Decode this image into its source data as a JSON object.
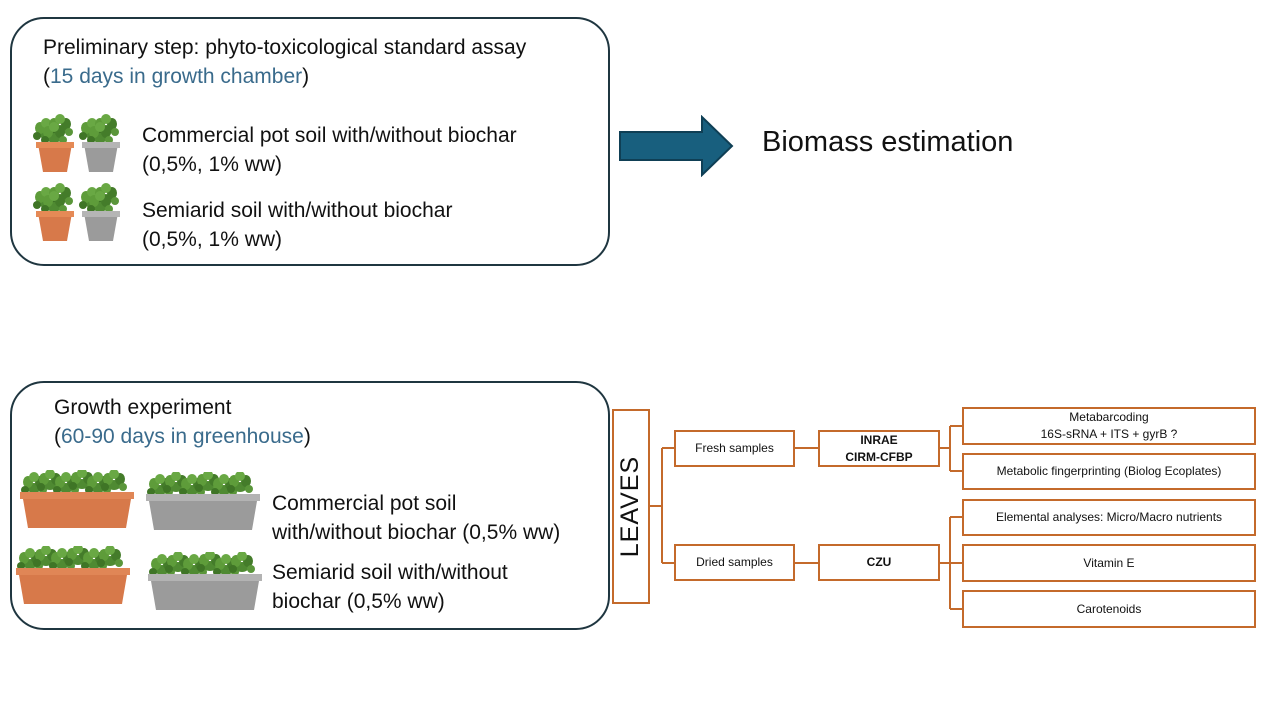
{
  "preliminary": {
    "title": "Preliminary step: phyto-toxicological standard assay",
    "paren_open": "(",
    "duration": "15 days in growth chamber",
    "paren_close": ")",
    "row1_line1": "Commercial pot soil with/without biochar",
    "row1_line2": "(0,5%, 1% ww)",
    "row2_line1": "Semiarid soil with/without biochar",
    "row2_line2": "(0,5%, 1% ww)"
  },
  "outcome": {
    "label": "Biomass estimation"
  },
  "growth": {
    "title": "Growth experiment",
    "paren_open": "(",
    "duration": "60-90 days in greenhouse",
    "paren_close": ")",
    "row1_line1": "Commercial pot soil",
    "row1_line2": "with/without biochar (0,5% ww)",
    "row2_line1": "Semiarid soil with/without",
    "row2_line2": "biochar (0,5% ww)"
  },
  "tree": {
    "root": "LEAVES",
    "fresh": "Fresh samples",
    "dried": "Dried samples",
    "lab_fresh_line1": "INRAE",
    "lab_fresh_line2": "CIRM-CFBP",
    "lab_dried": "CZU",
    "analysis_metabarcoding_line1": "Metabarcoding",
    "analysis_metabarcoding_line2": "16S-sRNA + ITS + gyrB ?",
    "analysis_metabolic": "Metabolic fingerprinting (Biolog Ecoplates)",
    "analysis_elemental": "Elemental analyses: Micro/Macro nutrients",
    "analysis_vitamin": "Vitamin E",
    "analysis_carotenoids": "Carotenoids"
  },
  "colors": {
    "panel_border": "#1f3640",
    "accent_blue": "#3a6b8c",
    "arrow": "#185f7e",
    "tree_orange": "#c46a2b",
    "terracotta": "#d7794a",
    "grey_pot": "#9b9b9b",
    "leaf_green": "#4f8a32"
  },
  "icons": [
    "potted-plant-terracotta-icon",
    "potted-plant-grey-icon",
    "planter-box-terracotta-icon",
    "planter-box-grey-icon",
    "right-arrow-icon"
  ]
}
